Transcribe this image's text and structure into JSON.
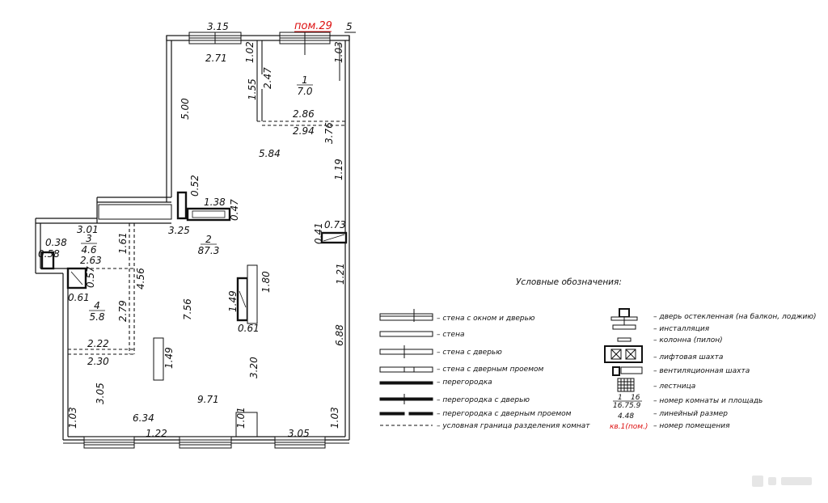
{
  "plan": {
    "premise_label": "пом.29",
    "premise_label_color": "#d11111",
    "cut_digit": "5",
    "rooms": [
      {
        "id": "r1",
        "number": "1",
        "area": "7.0"
      },
      {
        "id": "r2",
        "number": "2",
        "area": "87.3"
      },
      {
        "id": "r3",
        "number": "3",
        "area": "4.6"
      },
      {
        "id": "r4",
        "number": "4",
        "area": "5.8"
      }
    ],
    "dimensions": [
      {
        "id": "d1",
        "text": "3.15"
      },
      {
        "id": "d2",
        "text": "2.71"
      },
      {
        "id": "d3",
        "text": "1.02"
      },
      {
        "id": "d4",
        "text": "1.03"
      },
      {
        "id": "d5",
        "text": "2.47"
      },
      {
        "id": "d6",
        "text": "1.55"
      },
      {
        "id": "d7",
        "text": "2.86"
      },
      {
        "id": "d8",
        "text": "2.94"
      },
      {
        "id": "d9",
        "text": "5.00"
      },
      {
        "id": "d10",
        "text": "3.76"
      },
      {
        "id": "d11",
        "text": "5.84"
      },
      {
        "id": "d12",
        "text": "1.19"
      },
      {
        "id": "d13",
        "text": "0.52"
      },
      {
        "id": "d14",
        "text": "1.38"
      },
      {
        "id": "d15",
        "text": "0.47"
      },
      {
        "id": "d16",
        "text": "0.73"
      },
      {
        "id": "d17",
        "text": "3.01"
      },
      {
        "id": "d18",
        "text": "3.25"
      },
      {
        "id": "d19",
        "text": "0.41"
      },
      {
        "id": "d20",
        "text": "0.38"
      },
      {
        "id": "d21",
        "text": "0.58"
      },
      {
        "id": "d22",
        "text": "1.61"
      },
      {
        "id": "d23",
        "text": "2.63"
      },
      {
        "id": "d24",
        "text": "0.57"
      },
      {
        "id": "d25",
        "text": "4.56"
      },
      {
        "id": "d26",
        "text": "1.21"
      },
      {
        "id": "d27",
        "text": "1.80"
      },
      {
        "id": "d28",
        "text": "0.61"
      },
      {
        "id": "d29",
        "text": "1.49"
      },
      {
        "id": "d30",
        "text": "7.56"
      },
      {
        "id": "d31",
        "text": "2.79"
      },
      {
        "id": "d32",
        "text": "0.61"
      },
      {
        "id": "d33",
        "text": "6.88"
      },
      {
        "id": "d34",
        "text": "2.22"
      },
      {
        "id": "d35",
        "text": "2.30"
      },
      {
        "id": "d36",
        "text": "1.49"
      },
      {
        "id": "d37",
        "text": "3.20"
      },
      {
        "id": "d38",
        "text": "3.05"
      },
      {
        "id": "d39",
        "text": "9.71"
      },
      {
        "id": "d40",
        "text": "6.34"
      },
      {
        "id": "d41",
        "text": "1.03"
      },
      {
        "id": "d42",
        "text": "1.01"
      },
      {
        "id": "d43",
        "text": "1.03"
      },
      {
        "id": "d44",
        "text": "1.22"
      },
      {
        "id": "d45",
        "text": "3.05"
      }
    ]
  },
  "legend": {
    "title": "Условные обозначения:",
    "left_items": [
      "– стена с окном и дверью",
      "– стена",
      "– стена с дверью",
      "– стена с дверным проемом",
      "– перегородка",
      "– перегородка с дверью",
      "– перегородка с дверным проемом",
      "– условная граница разделения комнат"
    ],
    "right_items": [
      "– дверь остекленная (на балкон, лоджию)",
      "– инсталляция",
      "– колонна (пилон)",
      "– лифтовая шахта",
      "– вентиляционная шахта",
      "– лестница",
      "– номер комнаты и площадь",
      "– линейный размер",
      "– номер помещения"
    ],
    "sample_room": {
      "num_a": "1",
      "num_b": "16",
      "area_a": "16.7",
      "area_b": "5.9"
    },
    "sample_dim": "4.48",
    "sample_premise": "кв.1(пом.)"
  }
}
